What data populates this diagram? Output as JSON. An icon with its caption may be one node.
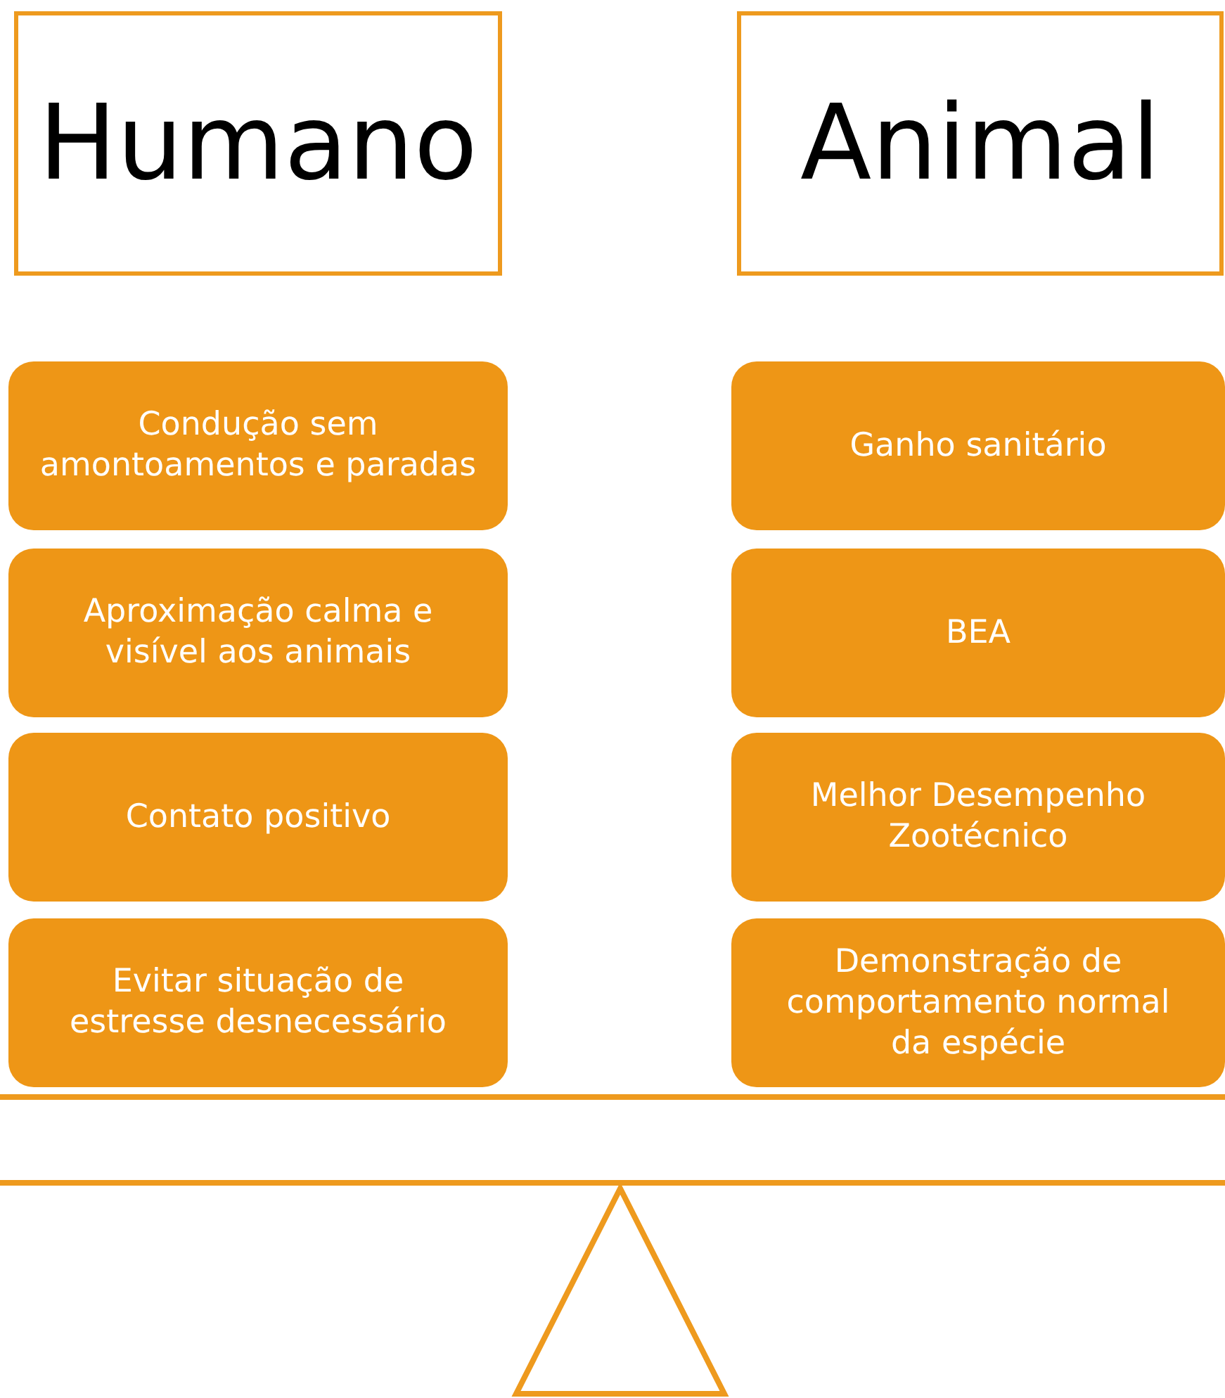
{
  "diagram": {
    "nodes": [
      {
        "text": [
          "Humano"
        ]
      },
      {
        "text": [
          "Animal"
        ]
      },
      {
        "text": [
          "Condução sem amontoamentos e paradas"
        ]
      },
      {
        "text": [
          "Aproximação calma e visível aos animais"
        ]
      },
      {
        "text": [
          "Contato positivo"
        ]
      },
      {
        "text": [
          "Evitar situação de estresse desnecessário"
        ]
      },
      {
        "text": [
          "Ganho sanitário"
        ]
      },
      {
        "text": [
          "BEA"
        ]
      },
      {
        "text": [
          "Melhor Desempenho Zootécnico"
        ]
      },
      {
        "text": [
          "Demonstração de comportamento normal da espécie"
        ]
      }
    ]
  }
}
